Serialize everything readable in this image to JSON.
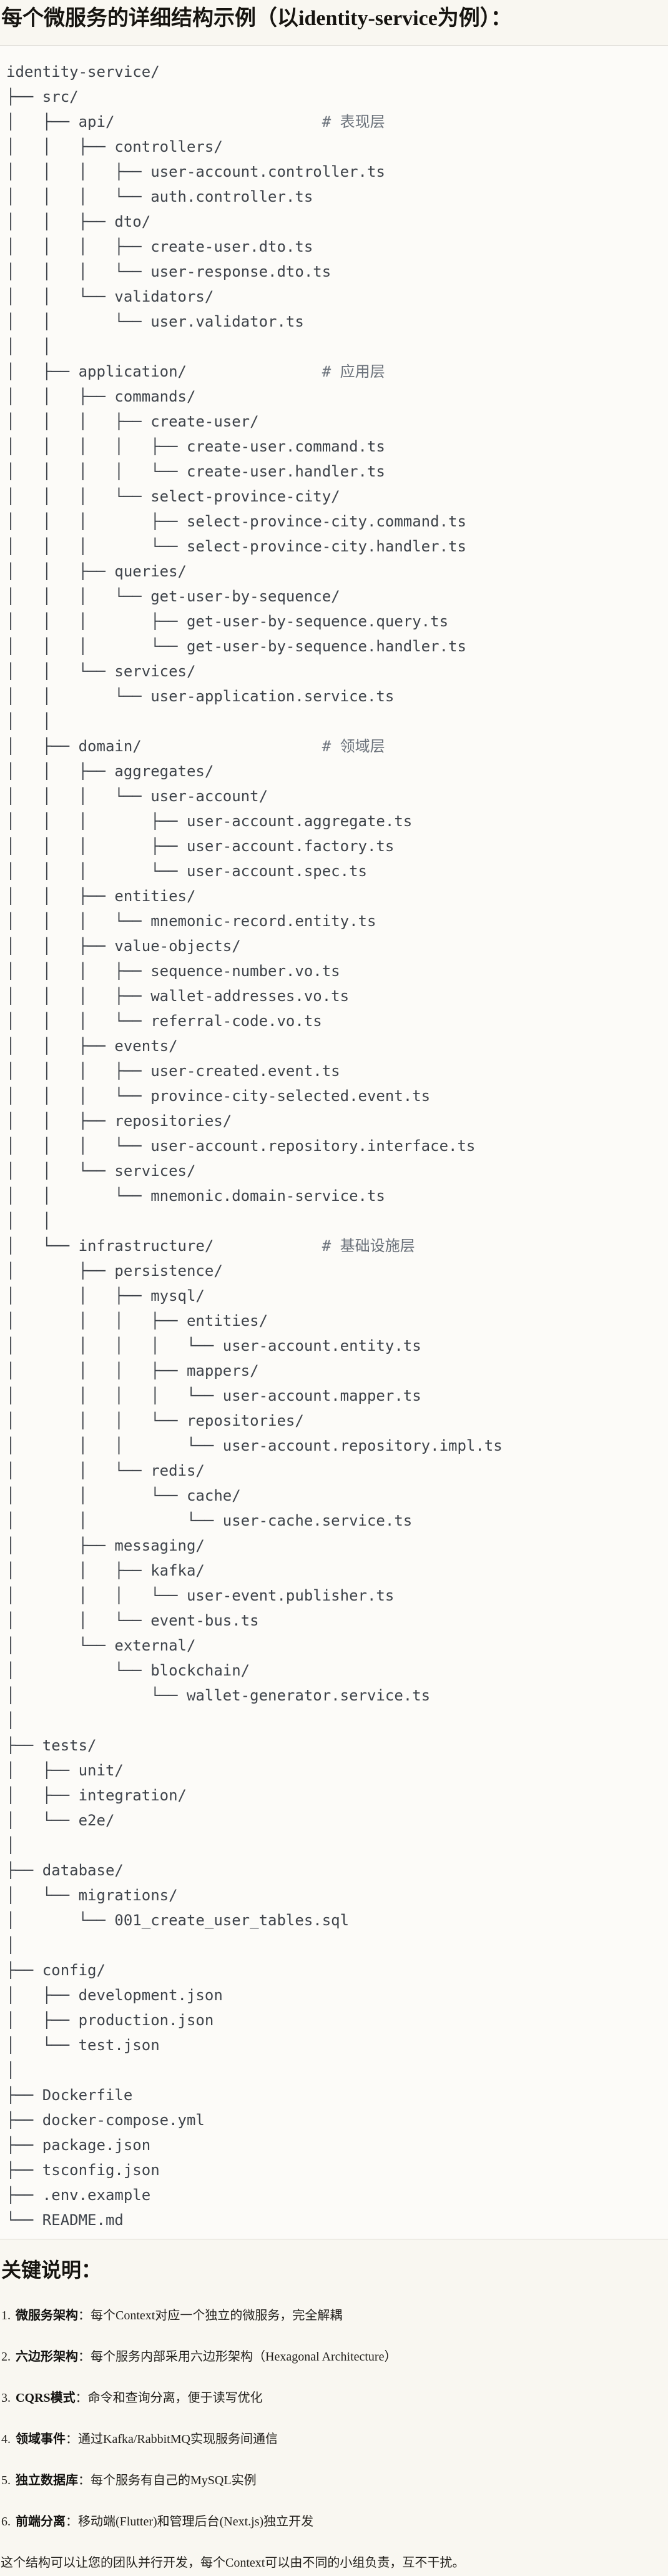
{
  "title": "每个微服务的详细结构示例（以identity-service为例）：",
  "code": {
    "language": "text",
    "lines": [
      "identity-service/",
      "├── src/",
      "│   ├── api/                       # 表现层",
      "│   │   ├── controllers/",
      "│   │   │   ├── user-account.controller.ts",
      "│   │   │   └── auth.controller.ts",
      "│   │   ├── dto/",
      "│   │   │   ├── create-user.dto.ts",
      "│   │   │   └── user-response.dto.ts",
      "│   │   └── validators/",
      "│   │       └── user.validator.ts",
      "│   │",
      "│   ├── application/               # 应用层",
      "│   │   ├── commands/",
      "│   │   │   ├── create-user/",
      "│   │   │   │   ├── create-user.command.ts",
      "│   │   │   │   └── create-user.handler.ts",
      "│   │   │   └── select-province-city/",
      "│   │   │       ├── select-province-city.command.ts",
      "│   │   │       └── select-province-city.handler.ts",
      "│   │   ├── queries/",
      "│   │   │   └── get-user-by-sequence/",
      "│   │   │       ├── get-user-by-sequence.query.ts",
      "│   │   │       └── get-user-by-sequence.handler.ts",
      "│   │   └── services/",
      "│   │       └── user-application.service.ts",
      "│   │",
      "│   ├── domain/                    # 领域层",
      "│   │   ├── aggregates/",
      "│   │   │   └── user-account/",
      "│   │   │       ├── user-account.aggregate.ts",
      "│   │   │       ├── user-account.factory.ts",
      "│   │   │       └── user-account.spec.ts",
      "│   │   ├── entities/",
      "│   │   │   └── mnemonic-record.entity.ts",
      "│   │   ├── value-objects/",
      "│   │   │   ├── sequence-number.vo.ts",
      "│   │   │   ├── wallet-addresses.vo.ts",
      "│   │   │   └── referral-code.vo.ts",
      "│   │   ├── events/",
      "│   │   │   ├── user-created.event.ts",
      "│   │   │   └── province-city-selected.event.ts",
      "│   │   ├── repositories/",
      "│   │   │   └── user-account.repository.interface.ts",
      "│   │   └── services/",
      "│   │       └── mnemonic.domain-service.ts",
      "│   │",
      "│   └── infrastructure/            # 基础设施层",
      "│       ├── persistence/",
      "│       │   ├── mysql/",
      "│       │   │   ├── entities/",
      "│       │   │   │   └── user-account.entity.ts",
      "│       │   │   ├── mappers/",
      "│       │   │   │   └── user-account.mapper.ts",
      "│       │   │   └── repositories/",
      "│       │   │       └── user-account.repository.impl.ts",
      "│       │   └── redis/",
      "│       │       └── cache/",
      "│       │           └── user-cache.service.ts",
      "│       ├── messaging/",
      "│       │   ├── kafka/",
      "│       │   │   └── user-event.publisher.ts",
      "│       │   └── event-bus.ts",
      "│       └── external/",
      "│           └── blockchain/",
      "│               └── wallet-generator.service.ts",
      "│",
      "├── tests/",
      "│   ├── unit/",
      "│   ├── integration/",
      "│   └── e2e/",
      "│",
      "├── database/",
      "│   └── migrations/",
      "│       └── 001_create_user_tables.sql",
      "│",
      "├── config/",
      "│   ├── development.json",
      "│   ├── production.json",
      "│   └── test.json",
      "│",
      "├── Dockerfile",
      "├── docker-compose.yml",
      "├── package.json",
      "├── tsconfig.json",
      "├── .env.example",
      "└── README.md"
    ]
  },
  "notes": {
    "heading": "关键说明：",
    "separator": "：",
    "items": [
      {
        "num": "1.",
        "label": "微服务架构",
        "text": "每个Context对应一个独立的微服务，完全解耦"
      },
      {
        "num": "2.",
        "label": "六边形架构",
        "text": "每个服务内部采用六边形架构（Hexagonal Architecture）"
      },
      {
        "num": "3.",
        "label": "CQRS模式",
        "text": "命令和查询分离，便于读写优化"
      },
      {
        "num": "4.",
        "label": "领域事件",
        "text": "通过Kafka/RabbitMQ实现服务间通信"
      },
      {
        "num": "5.",
        "label": "独立数据库",
        "text": "每个服务有自己的MySQL实例"
      },
      {
        "num": "6.",
        "label": "前端分离",
        "text": "移动端(Flutter)和管理后台(Next.js)独立开发"
      }
    ]
  },
  "footer": "这个结构可以让您的团队并行开发，每个Context可以由不同的小组负责，互不干扰。",
  "colors": {
    "page_bg": "#f9f7f1",
    "code_bg": "#fcfbf8",
    "border": "#d8d6cf",
    "code_text": "#3e434a",
    "comment": "#6b727b"
  }
}
